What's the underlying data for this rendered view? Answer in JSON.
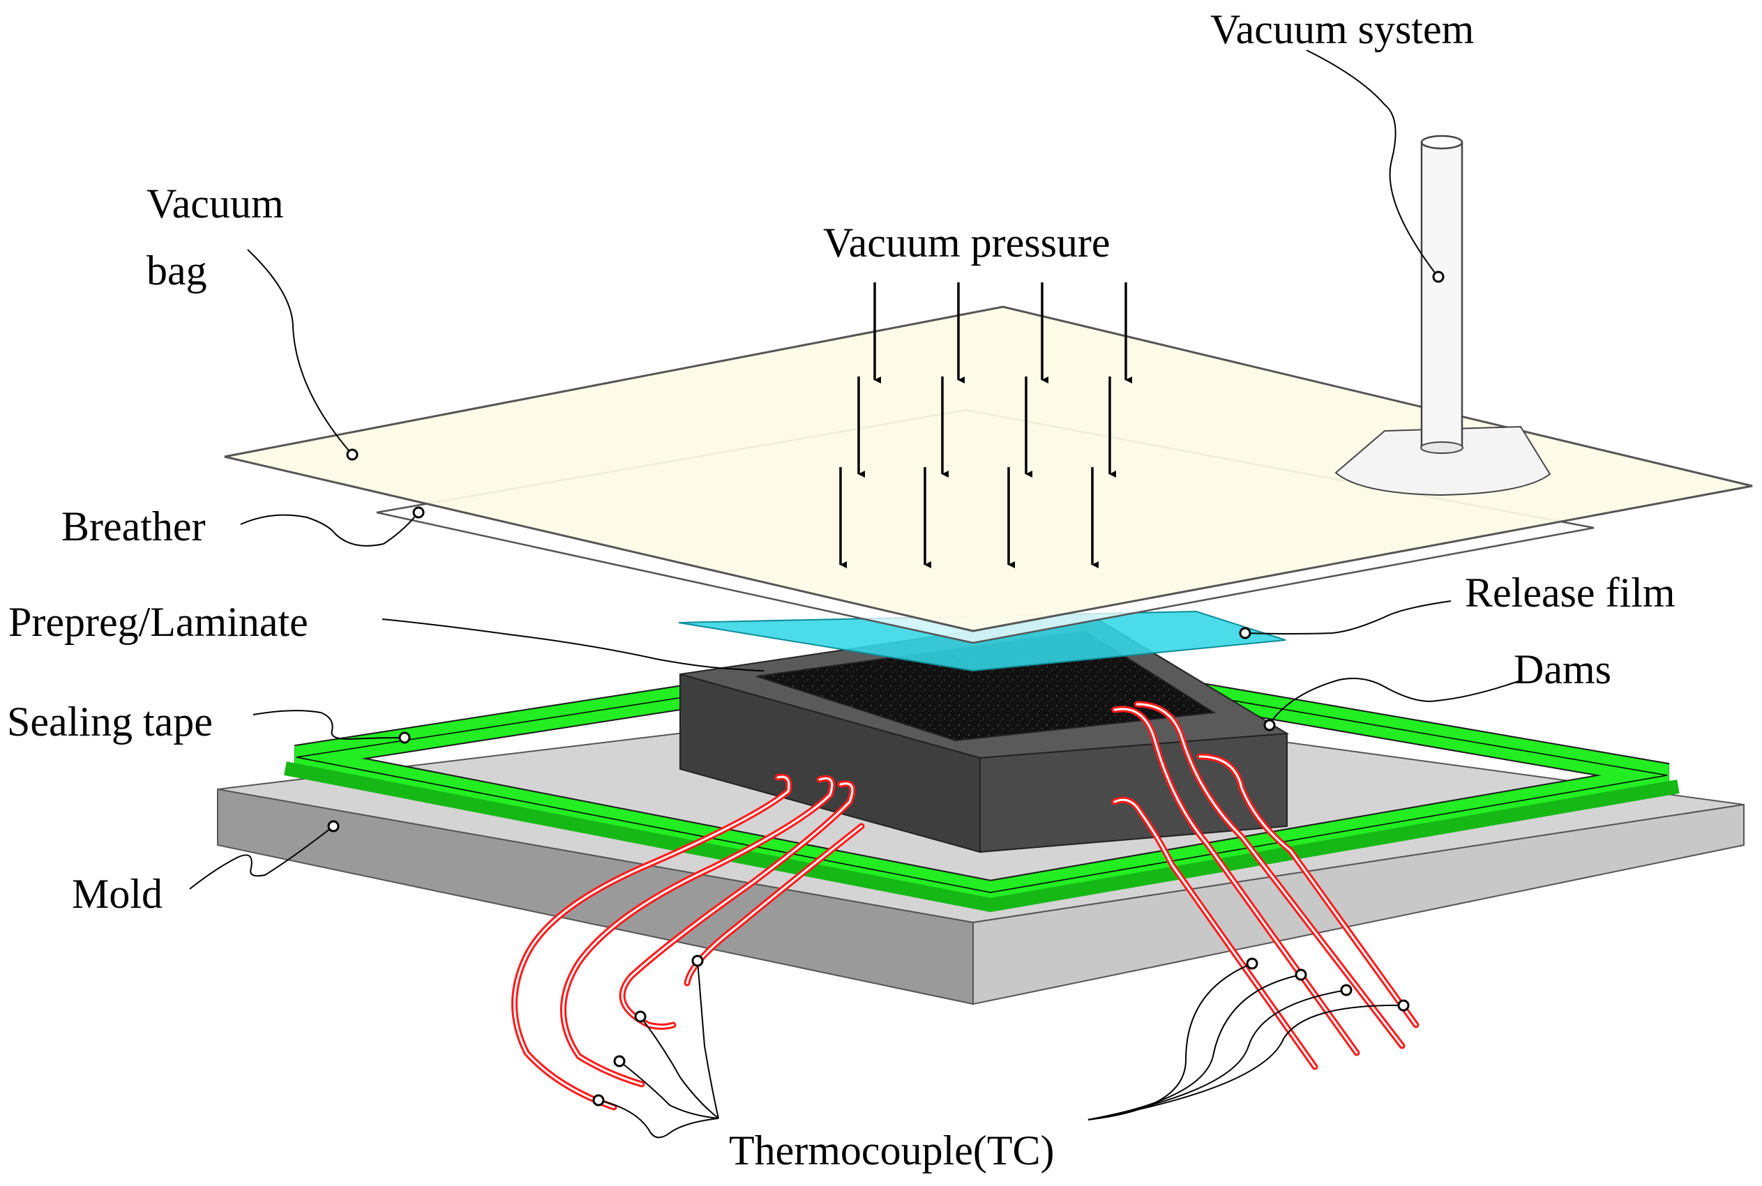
{
  "labels": {
    "vacuum_system": "Vacuum system",
    "vacuum_bag_line1": "Vacuum",
    "vacuum_bag_line2": "bag",
    "vacuum_pressure": "Vacuum pressure",
    "breather": "Breather",
    "release_film": "Release film",
    "prepreg_laminate": "Prepreg/Laminate",
    "dams": "Dams",
    "sealing_tape": "Sealing tape",
    "mold": "Mold",
    "thermocouple": "Thermocouple(TC)"
  },
  "colors": {
    "vacuum_bag": "#fdfbe6",
    "sealing_tape": "#22ee22",
    "release_film": "#33d6e6",
    "dams": "#4a4a4a",
    "prepreg": "#111111",
    "mold_top": "#d4d4d4",
    "mold_side": "#9a9a9a",
    "thermocouple_wire": "#ff1a1a"
  }
}
